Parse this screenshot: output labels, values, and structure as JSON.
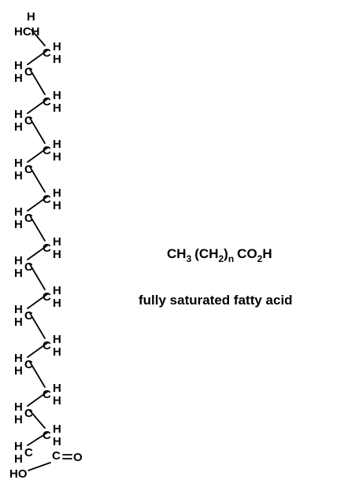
{
  "molecule": {
    "atoms": {
      "hydrogen": "H",
      "carbon": "C",
      "methyl": "HCH",
      "carbonyl_oxygen": "O",
      "hydroxyl": "HO"
    }
  },
  "formula": {
    "ch": "CH",
    "sub_3": "3",
    "paren_ch": "(CH",
    "sub_2": "2",
    "close_paren": ")",
    "sub_n": "n",
    "co": "CO",
    "sub_2b": "2",
    "h": "H"
  },
  "caption": "fully saturated fatty acid"
}
